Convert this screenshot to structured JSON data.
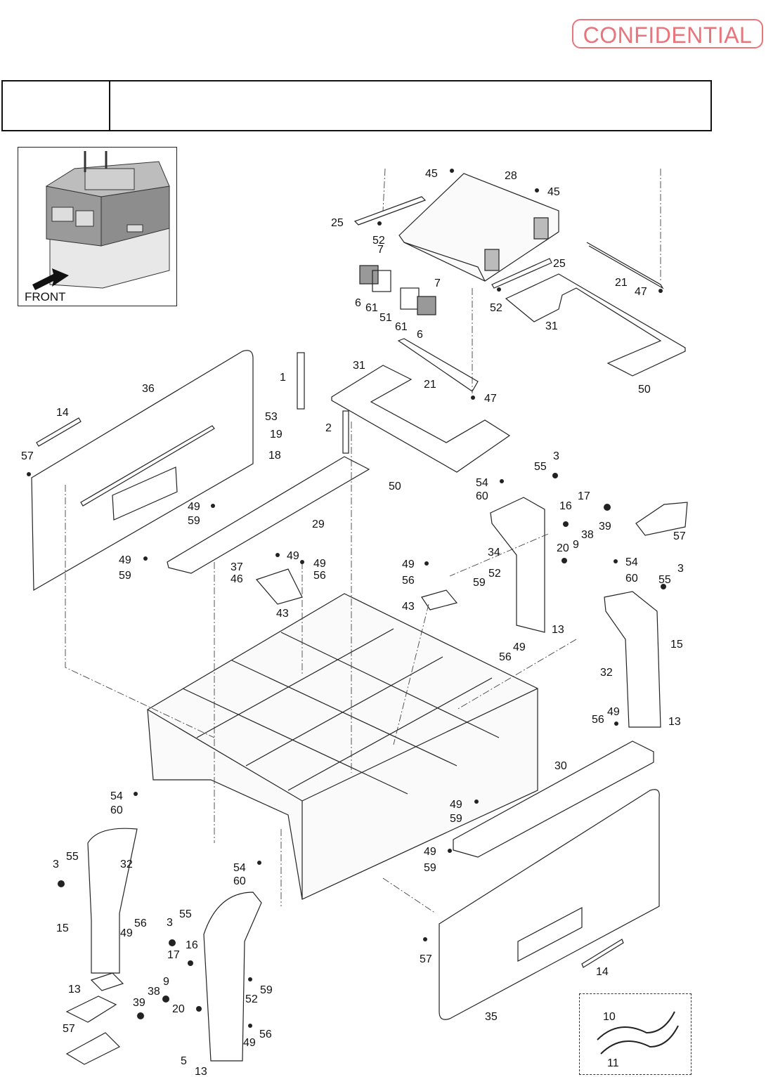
{
  "stamp": {
    "text": "CONFIDENTIAL",
    "color": "#e8747c"
  },
  "header": {
    "left_cell": "",
    "right_cell": ""
  },
  "inset": {
    "front_label": "FRONT"
  },
  "part_labels": [
    "1",
    "2",
    "3",
    "5",
    "6",
    "7",
    "9",
    "10",
    "11",
    "13",
    "14",
    "15",
    "16",
    "17",
    "18",
    "19",
    "20",
    "21",
    "25",
    "28",
    "29",
    "30",
    "31",
    "32",
    "34",
    "35",
    "36",
    "37",
    "38",
    "39",
    "43",
    "45",
    "46",
    "47",
    "49",
    "50",
    "51",
    "52",
    "53",
    "54",
    "55",
    "56",
    "57",
    "59",
    "60",
    "61"
  ]
}
